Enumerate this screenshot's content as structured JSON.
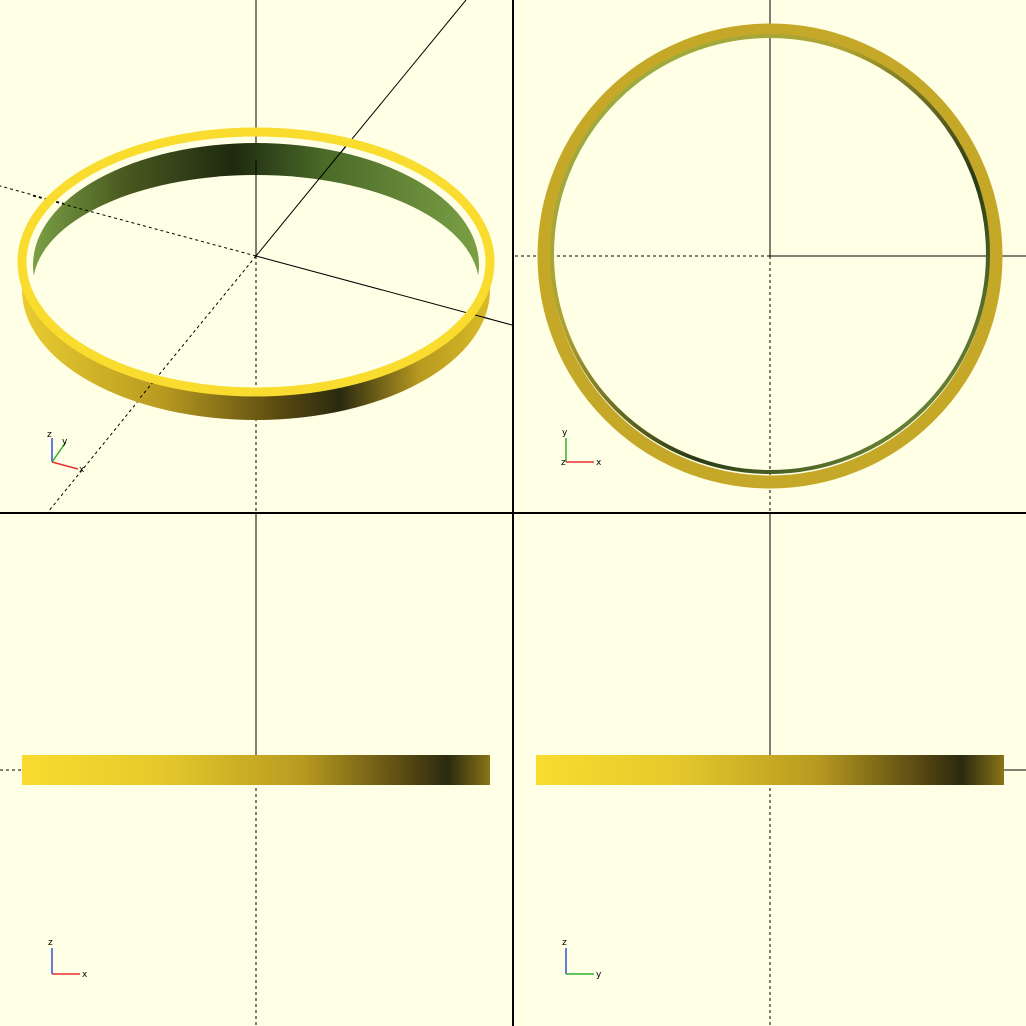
{
  "app": "OpenSCAD preview",
  "object": "thin ring",
  "colors": {
    "background": "#ffffe5",
    "face_light": "#f9dc2e",
    "face_dark": "#2a2a10",
    "inner_green": "#7aa045",
    "axis": "#000000",
    "gizmo_x": "#e03030",
    "gizmo_y": "#30b030",
    "gizmo_z": "#3050e0"
  },
  "viewports": [
    {
      "id": "perspective",
      "gizmo": [
        "z",
        "y",
        "x"
      ]
    },
    {
      "id": "top",
      "gizmo": [
        "y",
        "z",
        "x"
      ]
    },
    {
      "id": "front",
      "gizmo": [
        "z",
        "x"
      ]
    },
    {
      "id": "side",
      "gizmo": [
        "z",
        "y"
      ]
    }
  ],
  "gizmo_labels": {
    "x": "x",
    "y": "y",
    "z": "z"
  }
}
